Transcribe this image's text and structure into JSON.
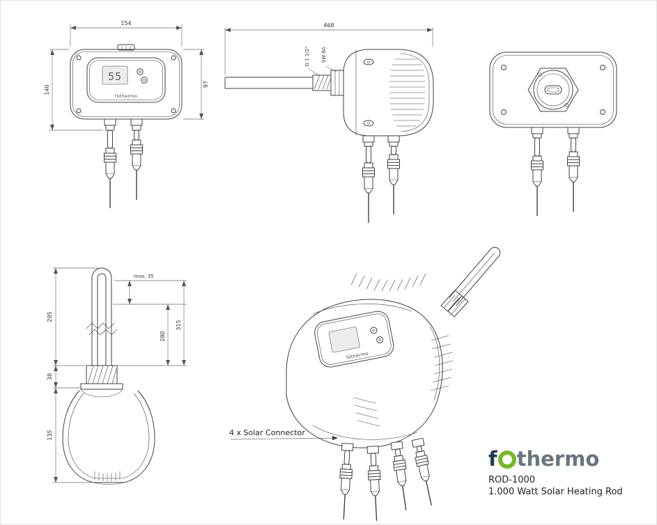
{
  "front_view": {
    "dim_width": "154",
    "dim_height_left": "140",
    "dim_height_right": "97",
    "display_value": "55",
    "logo_text": "fothermo"
  },
  "side_view": {
    "dim_length": "468",
    "thread_label": "G 1 1/2\"",
    "wrench_label": "SW 60"
  },
  "bottom_view": {
    "dim_rod_length": "295",
    "dim_thread_height": "38",
    "dim_dome_height": "135",
    "dim_heated_length": "280",
    "dim_immersion_length": "315",
    "max_note": "max. 35"
  },
  "perspective_view": {
    "annotation": "4 x Solar Connector",
    "logo_text": "fothermo"
  },
  "footer": {
    "brand_prefix": "f",
    "brand_suffix": "thermo",
    "model": "ROD-1000",
    "subtitle": "1.000 Watt Solar Heating Rod"
  }
}
